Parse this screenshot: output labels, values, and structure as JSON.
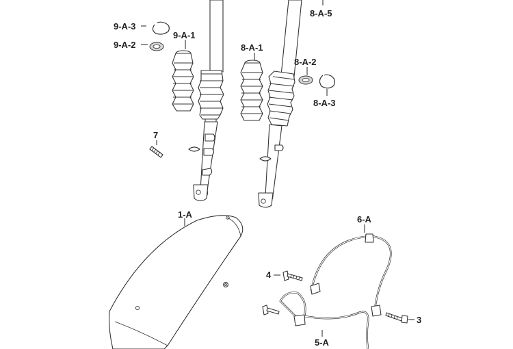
{
  "diagram": {
    "labels": {
      "l_8a5": "8-A-5",
      "l_9a3": "9-A-3",
      "l_9a2": "9-A-2",
      "l_9a1": "9-A-1",
      "l_8a1": "8-A-1",
      "l_8a2": "8-A-2",
      "l_8a3": "8-A-3",
      "l_7": "7",
      "l_1a": "1-A",
      "l_6a": "6-A",
      "l_4": "4",
      "l_3": "3",
      "l_5a": "5-A"
    }
  }
}
